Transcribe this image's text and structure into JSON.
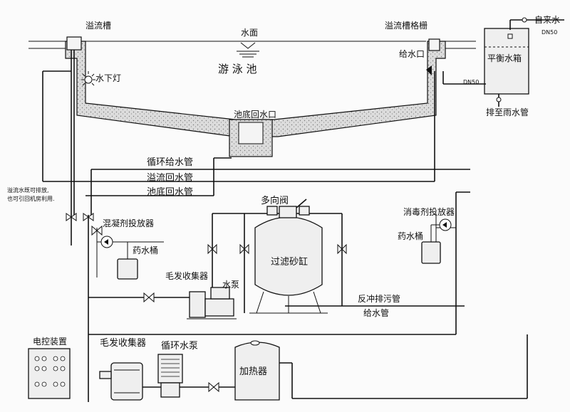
{
  "labels": {
    "overflow_trough": "溢流槽",
    "water_surface": "水面",
    "overflow_grate": "溢流槽格栅",
    "tap_water": "自来水",
    "dn50_top": "DN50",
    "balance_tank": "平衡水箱",
    "pool": "游  泳  池",
    "underwater_light": "水下灯",
    "inlet": "给水口",
    "dn50_side": "DN50",
    "to_rain_pipe": "排至雨水管",
    "bottom_return": "池底回水口",
    "circ_supply_pipe": "循环给水管",
    "overflow_return_pipe": "溢流回水管",
    "bottom_return_pipe": "池底回水管",
    "overflow_note_line1": "溢流水既可排放,",
    "overflow_note_line2": "也可引回机房利用.",
    "multiway_valve": "多向阀",
    "coagulant_doser": "混凝剂投放器",
    "disinfectant_doser": "消毒剂投放器",
    "chem_bucket_left": "药水桶",
    "chem_bucket_right": "药水桶",
    "hair_collector_top": "毛发收集器",
    "water_pump": "水泵",
    "sand_filter": "过滤砂缸",
    "backwash_drain_pipe": "反冲排污管",
    "supply_pipe": "给水管",
    "control_unit": "电控装置",
    "hair_collector_bottom": "毛发收集器",
    "circ_pump": "循环水泵",
    "heater": "加热器"
  }
}
